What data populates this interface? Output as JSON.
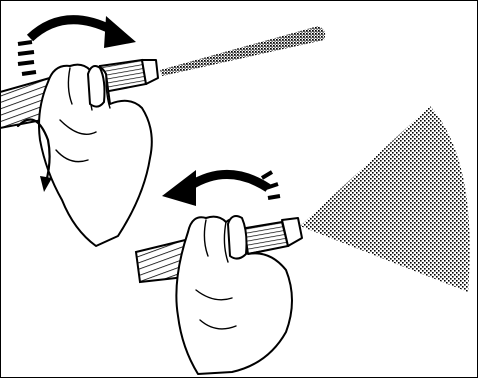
{
  "illustration": {
    "panels": [
      {
        "setting": "narrow-stream",
        "nozzle_rotation": "clockwise"
      },
      {
        "setting": "wide-spray",
        "nozzle_rotation": "counterclockwise"
      }
    ],
    "colors": {
      "ink": "#000000",
      "background": "#ffffff"
    }
  }
}
